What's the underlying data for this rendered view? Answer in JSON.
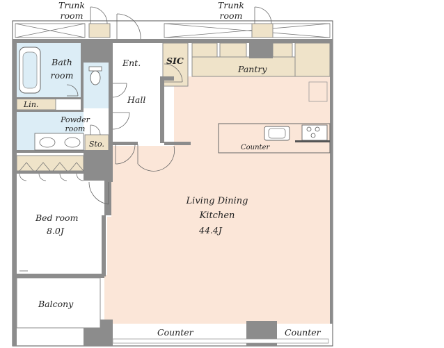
{
  "floorplan": {
    "labels": {
      "trunk_room_left": "Trunk\nroom",
      "trunk_room_right": "Trunk\nroom",
      "bath_room": "Bath\nroom",
      "entrance": "Ent.",
      "sic": "SIC",
      "pantry": "Pantry",
      "linen": "Lin.",
      "hall": "Hall",
      "powder_room": "Powder\nroom",
      "storage": "Sto.",
      "counter_island": "Counter",
      "bedroom_name": "Bed room",
      "bedroom_size": "8.0J",
      "ldk_name": "Living Dining\nKitchen",
      "ldk_size": "44.4J",
      "balcony": "Balcony",
      "counter_bottom_left": "Counter",
      "counter_bottom_right": "Counter"
    },
    "colors": {
      "wall": "#8c8c8c",
      "ldk_floor": "#fbe6d8",
      "wet_area_floor": "#dcedf6",
      "storage_floor": "#efe3c9",
      "outline": "#555555"
    }
  }
}
